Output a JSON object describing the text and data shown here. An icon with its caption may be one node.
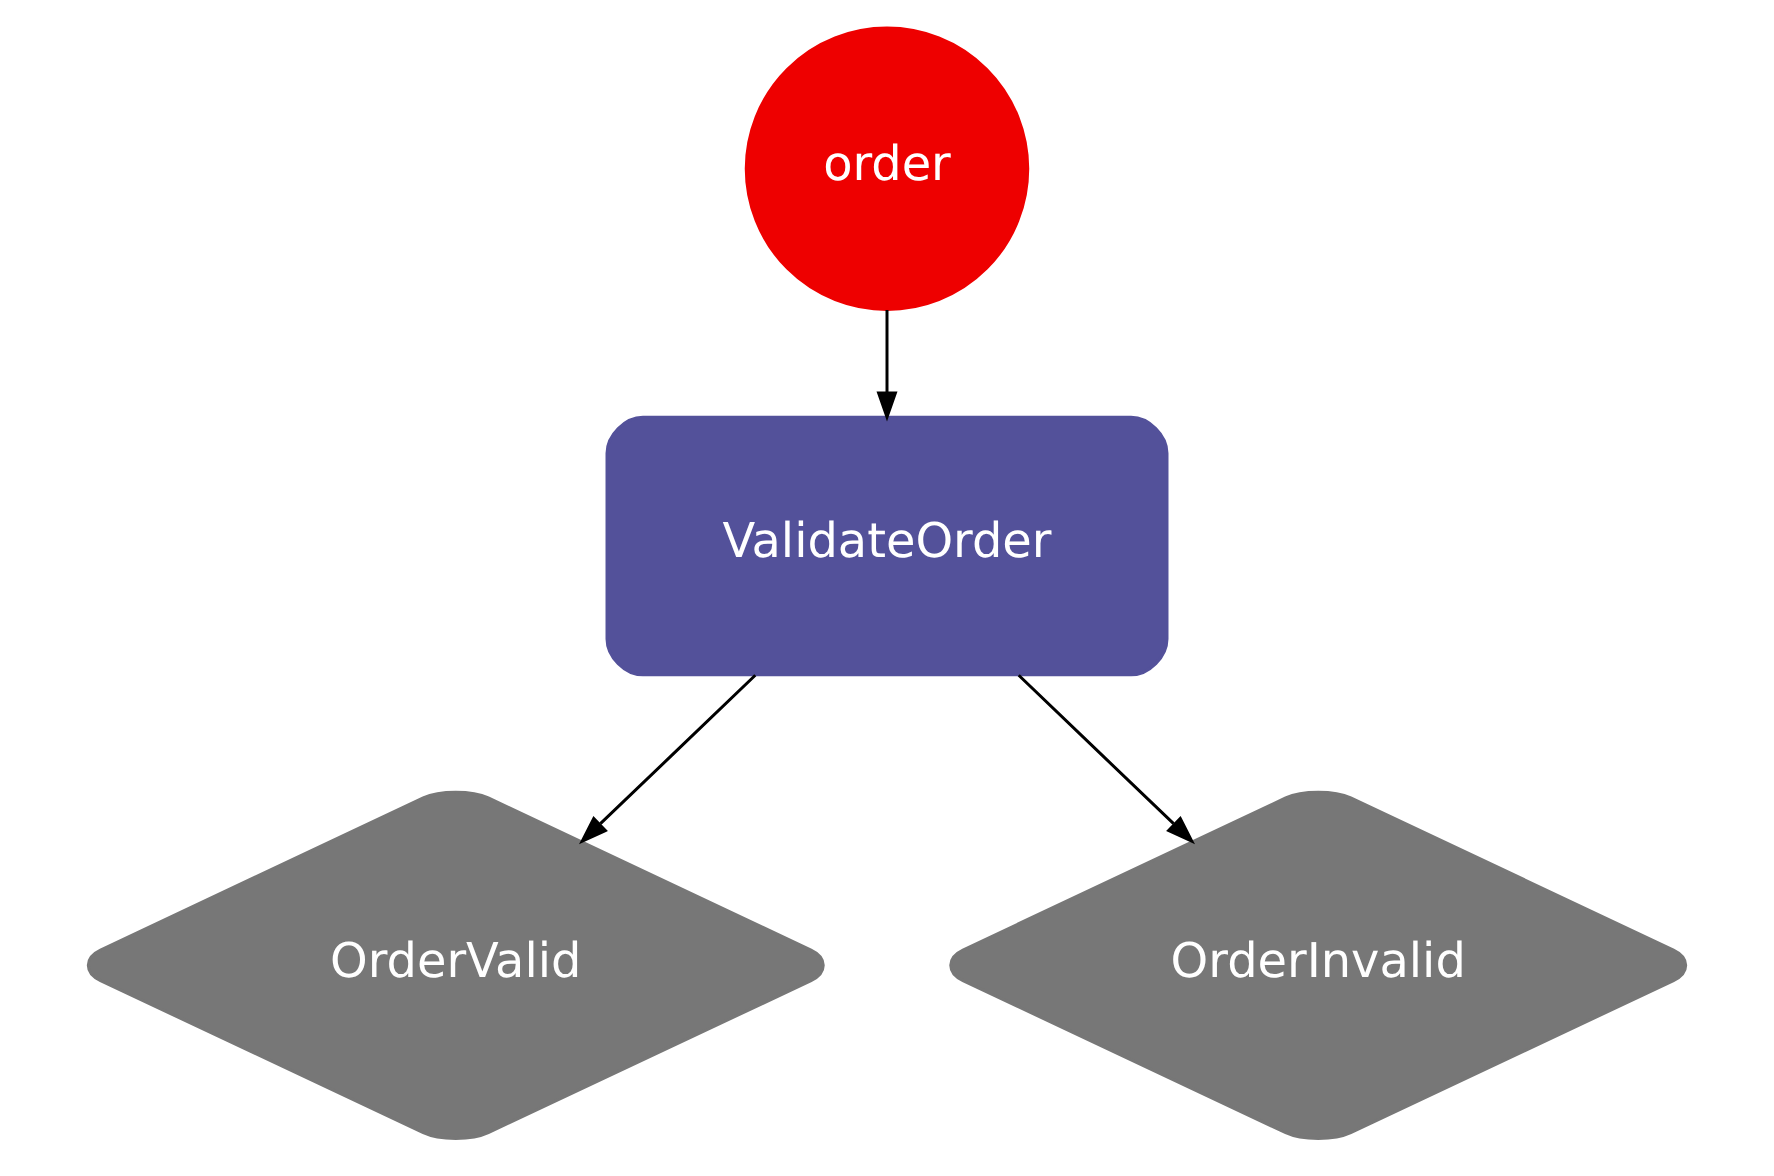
{
  "diagram": {
    "nodes": [
      {
        "text": [
          "order"
        ]
      },
      {
        "text": [
          "ValidateOrder"
        ]
      },
      {
        "text": [
          "OrderValid"
        ]
      },
      {
        "text": [
          "OrderInvalid"
        ]
      }
    ],
    "edges": [
      {
        "from": 0,
        "to": 1,
        "arrow": "to"
      },
      {
        "from": 1,
        "to": 2,
        "arrow": "to"
      },
      {
        "from": 1,
        "to": 3,
        "arrow": "to"
      }
    ]
  }
}
